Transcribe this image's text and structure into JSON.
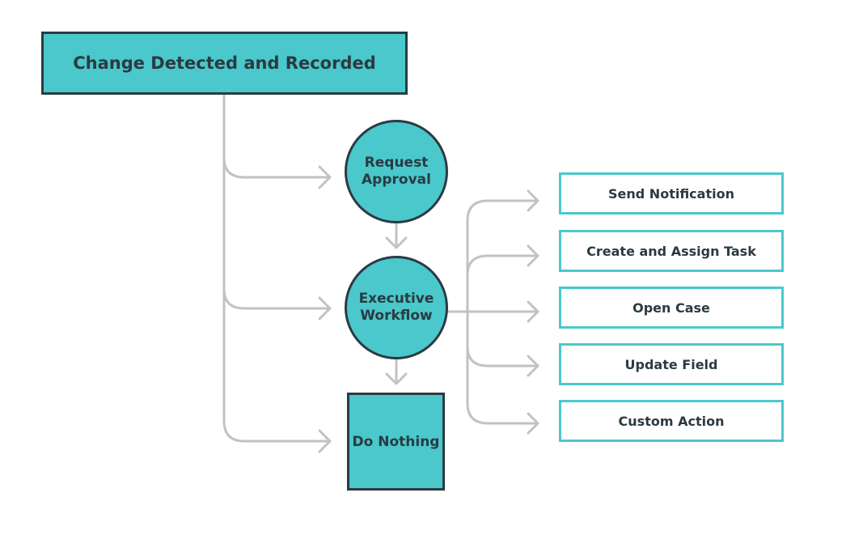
{
  "diagram": {
    "root": "Change Detected and Recorded",
    "request_approval": "Request Approval",
    "executive_workflow": "Executive Workflow",
    "do_nothing": "Do Nothing",
    "actions": [
      "Send Notification",
      "Create and Assign Task",
      "Open Case",
      "Update Field",
      "Custom Action"
    ]
  },
  "colors": {
    "teal": "#4ac8cb",
    "outline": "#2b3a42",
    "connector": "#c2c2c2",
    "text": "#2b3a42"
  }
}
